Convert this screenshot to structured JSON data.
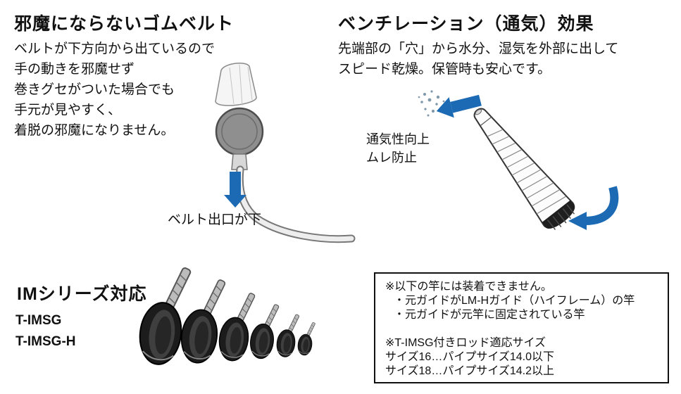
{
  "colors": {
    "accent_blue": "#1b6ab3",
    "ink": "#111111"
  },
  "belt_section": {
    "heading": "邪魔にならないゴムベルト",
    "body_lines": [
      "ベルトが下方向から出ているので",
      "手の動きを邪魔せず",
      "巻きグセがついた場合でも",
      "手元が見やすく、",
      "着脱の邪魔になりません。"
    ],
    "caption": "ベルト出口が下"
  },
  "vent_section": {
    "heading": "ベンチレーション（通気）効果",
    "body_lines": [
      "先端部の「穴」から水分、湿気を外部に出して",
      "スピード乾燥。保管時も安心です。"
    ],
    "labels": [
      "通気性向上",
      "ムレ防止"
    ]
  },
  "series_section": {
    "heading": "IMシリーズ対応",
    "models": [
      "T-IMSG",
      "T-IMSG-H"
    ]
  },
  "notice_box": {
    "lines": [
      "※以下の竿には装着できません。",
      "・元ガイドがLM-Hガイド（ハイフレーム）の竿",
      "・元ガイドが元竿に固定されている竿",
      "",
      "※T-IMSG付きロッド適応サイズ",
      "サイズ16…パイプサイズ14.0以下",
      "サイズ18…パイプサイズ14.2以上"
    ]
  }
}
